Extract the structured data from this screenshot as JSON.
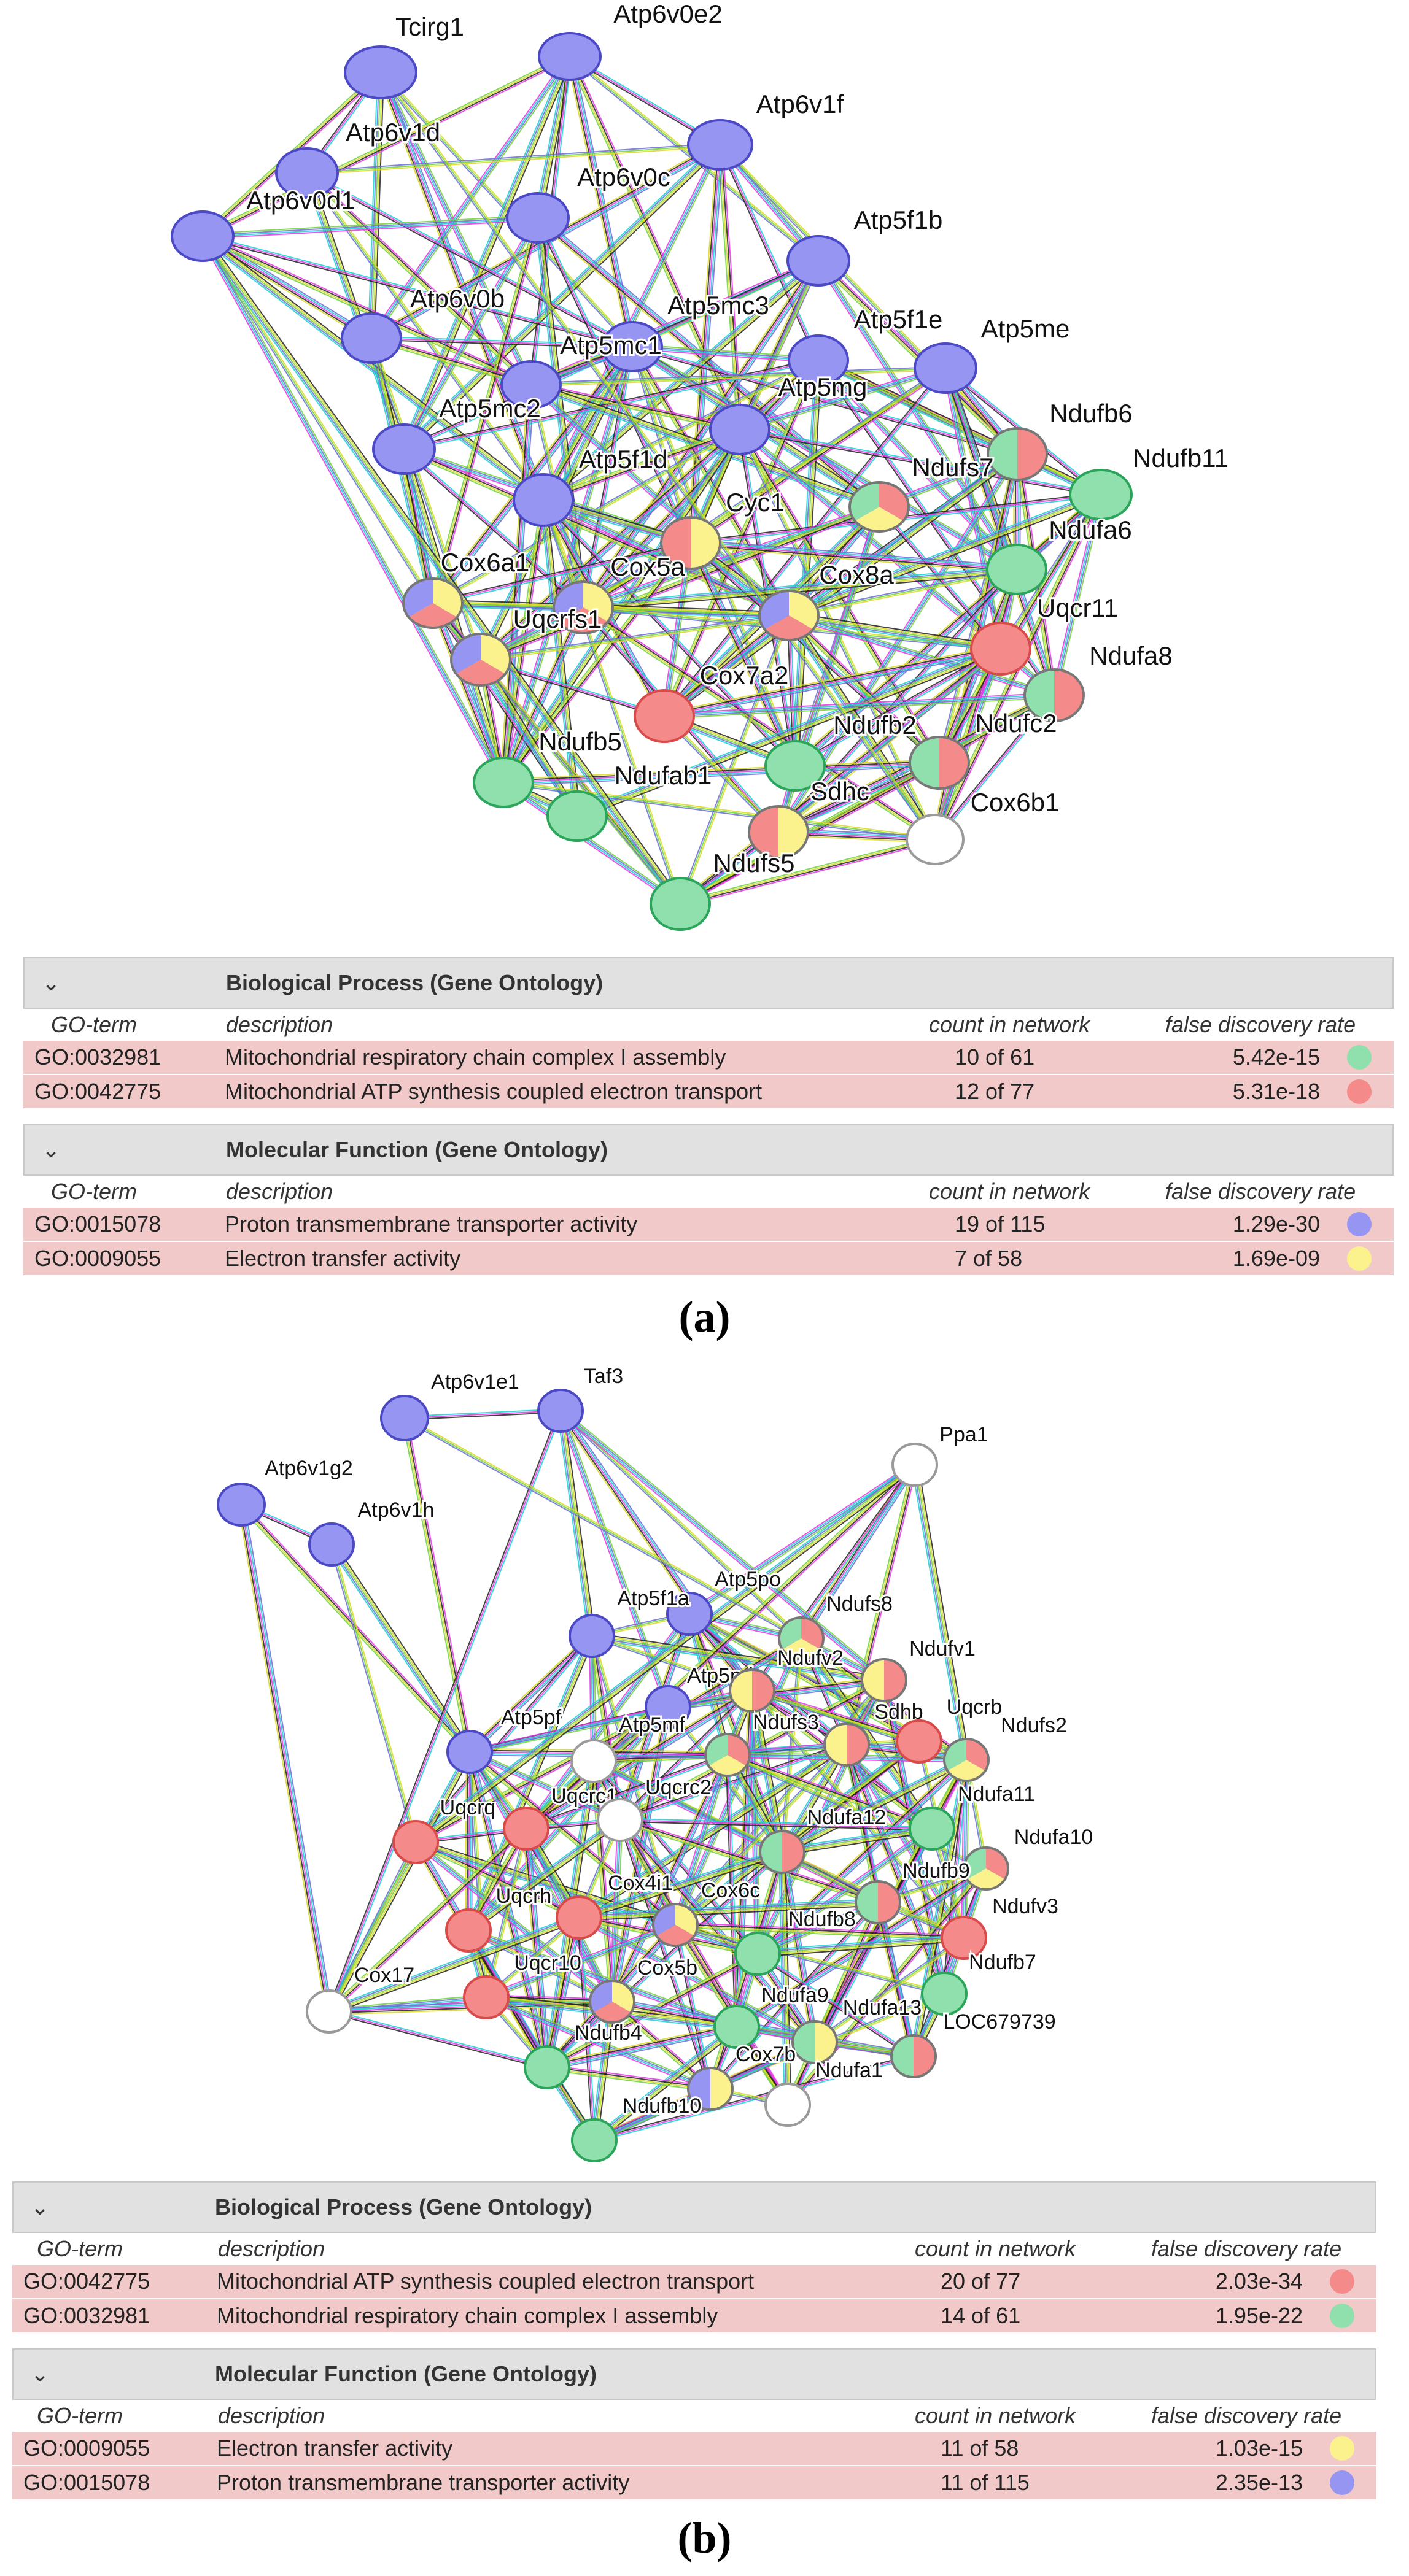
{
  "panel_a": {
    "caption": "(a)",
    "nodes": [
      {
        "id": "Tcirg1",
        "label": "Tcirg1",
        "colors": [
          "#9795f2"
        ]
      },
      {
        "id": "Atp6v0e2",
        "label": "Atp6v0e2",
        "colors": [
          "#9795f2"
        ]
      },
      {
        "id": "Atp6v1f",
        "label": "Atp6v1f",
        "colors": [
          "#9795f2"
        ]
      },
      {
        "id": "Atp6v1d",
        "label": "Atp6v1d",
        "colors": [
          "#9795f2"
        ]
      },
      {
        "id": "Atp6v0d1",
        "label": "Atp6v0d1",
        "colors": [
          "#9795f2"
        ]
      },
      {
        "id": "Atp6v0c",
        "label": "Atp6v0c",
        "colors": [
          "#9795f2"
        ]
      },
      {
        "id": "Atp5f1b",
        "label": "Atp5f1b",
        "colors": [
          "#9795f2"
        ]
      },
      {
        "id": "Atp6v0b",
        "label": "Atp6v0b",
        "colors": [
          "#9795f2"
        ]
      },
      {
        "id": "Atp5mc3",
        "label": "Atp5mc3",
        "colors": [
          "#9795f2"
        ]
      },
      {
        "id": "Atp5f1e",
        "label": "Atp5f1e",
        "colors": [
          "#9795f2"
        ]
      },
      {
        "id": "Atp5me",
        "label": "Atp5me",
        "colors": [
          "#9795f2"
        ]
      },
      {
        "id": "Atp5mc1",
        "label": "Atp5mc1",
        "colors": [
          "#9795f2"
        ]
      },
      {
        "id": "Atp5mg",
        "label": "Atp5mg",
        "colors": [
          "#9795f2"
        ]
      },
      {
        "id": "Atp5mc2",
        "label": "Atp5mc2",
        "colors": [
          "#9795f2"
        ]
      },
      {
        "id": "Ndufb6",
        "label": "Ndufb6",
        "colors": [
          "#f58a8a",
          "#8fe0ad"
        ]
      },
      {
        "id": "Ndufb11",
        "label": "Ndufb11",
        "colors": [
          "#8fe0ad"
        ]
      },
      {
        "id": "Atp5f1d",
        "label": "Atp5f1d",
        "colors": [
          "#9795f2"
        ]
      },
      {
        "id": "Ndufs7",
        "label": "Ndufs7",
        "colors": [
          "#f58a8a",
          "#fbf28e",
          "#8fe0ad"
        ]
      },
      {
        "id": "Cyc1",
        "label": "Cyc1",
        "colors": [
          "#fbf28e",
          "#f58a8a"
        ]
      },
      {
        "id": "Ndufa6",
        "label": "Ndufa6",
        "colors": [
          "#8fe0ad"
        ]
      },
      {
        "id": "Cox6a1",
        "label": "Cox6a1",
        "colors": [
          "#fbf28e",
          "#f58a8a",
          "#9795f2"
        ]
      },
      {
        "id": "Cox5a",
        "label": "Cox5a",
        "colors": [
          "#fbf28e",
          "#f58a8a",
          "#9795f2"
        ]
      },
      {
        "id": "Cox8a",
        "label": "Cox8a",
        "colors": [
          "#fbf28e",
          "#f58a8a",
          "#9795f2"
        ]
      },
      {
        "id": "Uqcr11",
        "label": "Uqcr11",
        "colors": [
          "#f58a8a"
        ]
      },
      {
        "id": "Uqcrfs1",
        "label": "Uqcrfs1",
        "colors": [
          "#fbf28e",
          "#f58a8a",
          "#9795f2"
        ]
      },
      {
        "id": "Ndufa8",
        "label": "Ndufa8",
        "colors": [
          "#f58a8a",
          "#8fe0ad"
        ]
      },
      {
        "id": "Cox7a2",
        "label": "Cox7a2",
        "colors": [
          "#f58a8a"
        ]
      },
      {
        "id": "Ndufb2",
        "label": "Ndufb2",
        "colors": [
          "#8fe0ad"
        ]
      },
      {
        "id": "Ndufc2",
        "label": "Ndufc2",
        "colors": [
          "#f58a8a",
          "#8fe0ad"
        ]
      },
      {
        "id": "Ndufb5",
        "label": "Ndufb5",
        "colors": [
          "#8fe0ad"
        ]
      },
      {
        "id": "Ndufab1",
        "label": "Ndufab1",
        "colors": [
          "#8fe0ad"
        ]
      },
      {
        "id": "Sdhc",
        "label": "Sdhc",
        "colors": [
          "#fbf28e",
          "#f58a8a"
        ]
      },
      {
        "id": "Cox6b1",
        "label": "Cox6b1",
        "colors": [
          "#ffffff"
        ]
      },
      {
        "id": "Ndufs5",
        "label": "Ndufs5",
        "colors": [
          "#8fe0ad"
        ]
      }
    ],
    "tables": [
      {
        "title": "Biological Process (Gene Ontology)",
        "columns": {
          "term": "GO-term",
          "desc": "description",
          "count": "count in network",
          "fdr": "false discovery rate"
        },
        "rows": [
          {
            "term": "GO:0032981",
            "desc": "Mitochondrial respiratory chain complex I assembly",
            "count": "10 of 61",
            "fdr": "5.42e-15",
            "color": "#8fe0ad"
          },
          {
            "term": "GO:0042775",
            "desc": "Mitochondrial ATP synthesis coupled electron transport",
            "count": "12 of 77",
            "fdr": "5.31e-18",
            "color": "#f58a8a"
          }
        ]
      },
      {
        "title": "Molecular Function (Gene Ontology)",
        "columns": {
          "term": "GO-term",
          "desc": "description",
          "count": "count in network",
          "fdr": "false discovery rate"
        },
        "rows": [
          {
            "term": "GO:0015078",
            "desc": "Proton transmembrane transporter activity",
            "count": "19 of 115",
            "fdr": "1.29e-30",
            "color": "#9795f2"
          },
          {
            "term": "GO:0009055",
            "desc": "Electron transfer activity",
            "count": "7 of 58",
            "fdr": "1.69e-09",
            "color": "#fbf28e"
          }
        ]
      }
    ]
  },
  "panel_b": {
    "caption": "(b)",
    "nodes": [
      {
        "id": "Atp6v1e1",
        "label": "Atp6v1e1",
        "colors": [
          "#9795f2"
        ]
      },
      {
        "id": "Taf3",
        "label": "Taf3",
        "colors": [
          "#9795f2"
        ]
      },
      {
        "id": "Atp6v1g2",
        "label": "Atp6v1g2",
        "colors": [
          "#9795f2"
        ]
      },
      {
        "id": "Atp6v1h",
        "label": "Atp6v1h",
        "colors": [
          "#9795f2"
        ]
      },
      {
        "id": "Ppa1",
        "label": "Ppa1",
        "colors": [
          "#ffffff"
        ]
      },
      {
        "id": "Atp5po",
        "label": "Atp5po",
        "colors": [
          "#9795f2"
        ]
      },
      {
        "id": "Atp5f1a",
        "label": "Atp5f1a",
        "colors": [
          "#9795f2"
        ]
      },
      {
        "id": "Ndufs8",
        "label": "Ndufs8",
        "colors": [
          "#f58a8a",
          "#fbf28e",
          "#8fe0ad"
        ]
      },
      {
        "id": "Ndufv1",
        "label": "Ndufv1",
        "colors": [
          "#f58a8a",
          "#fbf28e"
        ]
      },
      {
        "id": "Atp5pd",
        "label": "Atp5pd",
        "colors": [
          "#9795f2"
        ]
      },
      {
        "id": "Ndufv2",
        "label": "Ndufv2",
        "colors": [
          "#f58a8a",
          "#fbf28e"
        ]
      },
      {
        "id": "Atp5mf",
        "label": "Atp5mf",
        "colors": [
          "#ffffff"
        ]
      },
      {
        "id": "Sdhb",
        "label": "Sdhb",
        "colors": [
          "#f58a8a",
          "#fbf28e"
        ]
      },
      {
        "id": "Uqcrb",
        "label": "Uqcrb",
        "colors": [
          "#f58a8a"
        ]
      },
      {
        "id": "Ndufs3",
        "label": "Ndufs3",
        "colors": [
          "#f58a8a",
          "#fbf28e",
          "#8fe0ad"
        ]
      },
      {
        "id": "Ndufs2",
        "label": "Ndufs2",
        "colors": [
          "#f58a8a",
          "#fbf28e",
          "#8fe0ad"
        ]
      },
      {
        "id": "Atp5pf",
        "label": "Atp5pf",
        "colors": [
          "#9795f2"
        ]
      },
      {
        "id": "Uqcrq",
        "label": "Uqcrq",
        "colors": [
          "#f58a8a"
        ]
      },
      {
        "id": "Uqcrc1",
        "label": "Uqcrc1",
        "colors": [
          "#f58a8a"
        ]
      },
      {
        "id": "Uqcrc2",
        "label": "Uqcrc2",
        "colors": [
          "#ffffff"
        ]
      },
      {
        "id": "Ndufa11",
        "label": "Ndufa11",
        "colors": [
          "#8fe0ad"
        ]
      },
      {
        "id": "Ndufa12",
        "label": "Ndufa12",
        "colors": [
          "#f58a8a",
          "#8fe0ad"
        ]
      },
      {
        "id": "Ndufa10",
        "label": "Ndufa10",
        "colors": [
          "#f58a8a",
          "#fbf28e",
          "#8fe0ad"
        ]
      },
      {
        "id": "Ndufb9",
        "label": "Ndufb9",
        "colors": [
          "#f58a8a",
          "#8fe0ad"
        ]
      },
      {
        "id": "Uqcrh",
        "label": "Uqcrh",
        "colors": [
          "#f58a8a"
        ]
      },
      {
        "id": "Cox4i1",
        "label": "Cox4i1",
        "colors": [
          "#f58a8a"
        ]
      },
      {
        "id": "Cox6c",
        "label": "Cox6c",
        "colors": [
          "#fbf28e",
          "#f58a8a",
          "#9795f2"
        ]
      },
      {
        "id": "Ndufv3",
        "label": "Ndufv3",
        "colors": [
          "#f58a8a"
        ]
      },
      {
        "id": "Ndufb8",
        "label": "Ndufb8",
        "colors": [
          "#8fe0ad"
        ]
      },
      {
        "id": "Ndufb7",
        "label": "Ndufb7",
        "colors": [
          "#8fe0ad"
        ]
      },
      {
        "id": "Cox17",
        "label": "Cox17",
        "colors": [
          "#ffffff"
        ]
      },
      {
        "id": "Uqcr10",
        "label": "Uqcr10",
        "colors": [
          "#f58a8a"
        ]
      },
      {
        "id": "Cox5b",
        "label": "Cox5b",
        "colors": [
          "#fbf28e",
          "#f58a8a",
          "#9795f2"
        ]
      },
      {
        "id": "Ndufa9",
        "label": "Ndufa9",
        "colors": [
          "#8fe0ad"
        ]
      },
      {
        "id": "Ndufa13",
        "label": "Ndufa13",
        "colors": [
          "#fbf28e",
          "#8fe0ad"
        ]
      },
      {
        "id": "LOC679739",
        "label": "LOC679739",
        "colors": [
          "#f58a8a",
          "#8fe0ad"
        ]
      },
      {
        "id": "Ndufb4",
        "label": "Ndufb4",
        "colors": [
          "#8fe0ad"
        ]
      },
      {
        "id": "Cox7b",
        "label": "Cox7b",
        "colors": [
          "#fbf28e",
          "#9795f2"
        ]
      },
      {
        "id": "Ndufa1",
        "label": "Ndufa1",
        "colors": [
          "#ffffff"
        ]
      },
      {
        "id": "Ndufb10",
        "label": "Ndufb10",
        "colors": [
          "#8fe0ad"
        ]
      }
    ],
    "tables": [
      {
        "title": "Biological Process (Gene Ontology)",
        "columns": {
          "term": "GO-term",
          "desc": "description",
          "count": "count in network",
          "fdr": "false discovery rate"
        },
        "rows": [
          {
            "term": "GO:0042775",
            "desc": "Mitochondrial ATP synthesis coupled electron transport",
            "count": "20 of 77",
            "fdr": "2.03e-34",
            "color": "#f58a8a"
          },
          {
            "term": "GO:0032981",
            "desc": "Mitochondrial respiratory chain complex I assembly",
            "count": "14 of 61",
            "fdr": "1.95e-22",
            "color": "#8fe0ad"
          }
        ]
      },
      {
        "title": "Molecular Function (Gene Ontology)",
        "columns": {
          "term": "GO-term",
          "desc": "description",
          "count": "count in network",
          "fdr": "false discovery rate"
        },
        "rows": [
          {
            "term": "GO:0009055",
            "desc": "Electron transfer activity",
            "count": "11 of 58",
            "fdr": "1.03e-15",
            "color": "#fbf28e"
          },
          {
            "term": "GO:0015078",
            "desc": "Proton transmembrane transporter activity",
            "count": "11 of 115",
            "fdr": "2.35e-13",
            "color": "#9795f2"
          }
        ]
      }
    ]
  }
}
